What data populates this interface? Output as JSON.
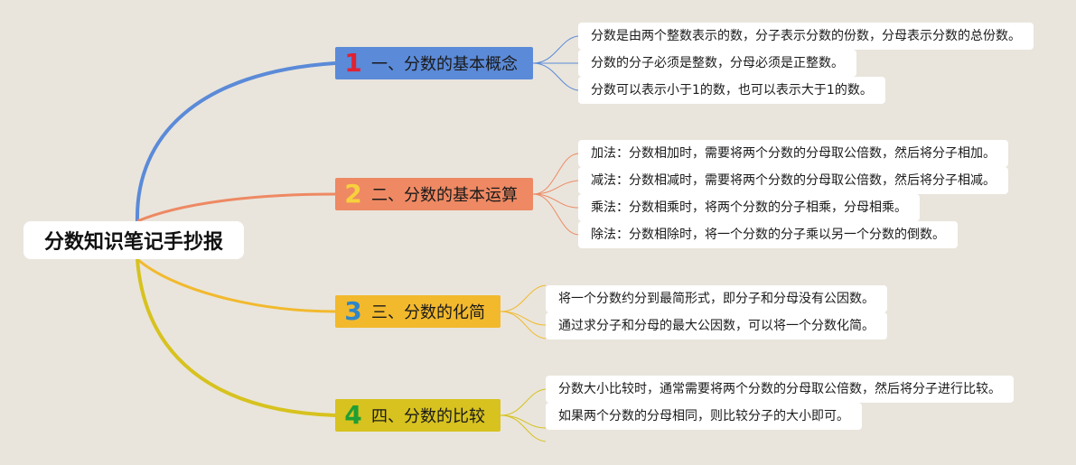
{
  "title": "分数知识笔记手抄报",
  "branches": [
    {
      "number": "1",
      "label": "一、分数的基本概念",
      "color": "#5b8ad8",
      "items": [
        "分数是由两个整数表示的数，分子表示分数的份数，分母表示分数的总份数。",
        "分数的分子必须是整数，分母必须是正整数。",
        "分数可以表示小于1的数，也可以表示大于1的数。"
      ]
    },
    {
      "number": "2",
      "label": "二、分数的基本运算",
      "color": "#ee8963",
      "items": [
        "加法：分数相加时，需要将两个分数的分母取公倍数，然后将分子相加。",
        "减法：分数相减时，需要将两个分数的分母取公倍数，然后将分子相减。",
        "乘法：分数相乘时，将两个分数的分子相乘，分母相乘。",
        "除法：分数相除时，将一个分数的分子乘以另一个分数的倒数。"
      ]
    },
    {
      "number": "3",
      "label": "三、分数的化简",
      "color": "#f2b92d",
      "items": [
        "将一个分数约分到最简形式，即分子和分母没有公因数。",
        "通过求分子和分母的最大公因数，可以将一个分数化简。"
      ]
    },
    {
      "number": "4",
      "label": "四、分数的比较",
      "color": "#d7c21f",
      "items": [
        "分数大小比较时，通常需要将两个分数的分母取公倍数，然后将分子进行比较。",
        "如果两个分数的分母相同，则比较分子的大小即可。"
      ]
    }
  ]
}
